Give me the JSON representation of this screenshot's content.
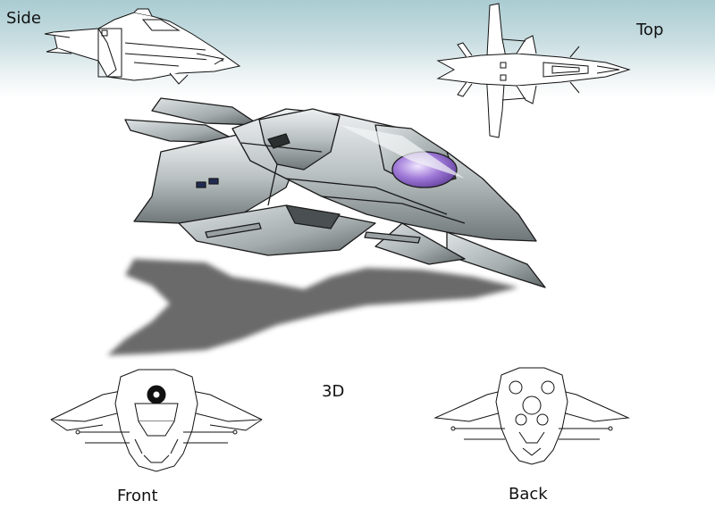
{
  "labels": {
    "side": "Side",
    "top": "Top",
    "three_d": "3D",
    "front": "Front",
    "back": "Back"
  },
  "colors": {
    "background_top": "#a9ccd2",
    "background_bottom": "#ffffff",
    "hull": "#b9c0c2",
    "hull_highlight": "#eef1f2",
    "hull_shadow": "#6f7779",
    "canopy": "#a07ad8",
    "shadow": "#5a5a5a",
    "line_art": "#111111"
  }
}
